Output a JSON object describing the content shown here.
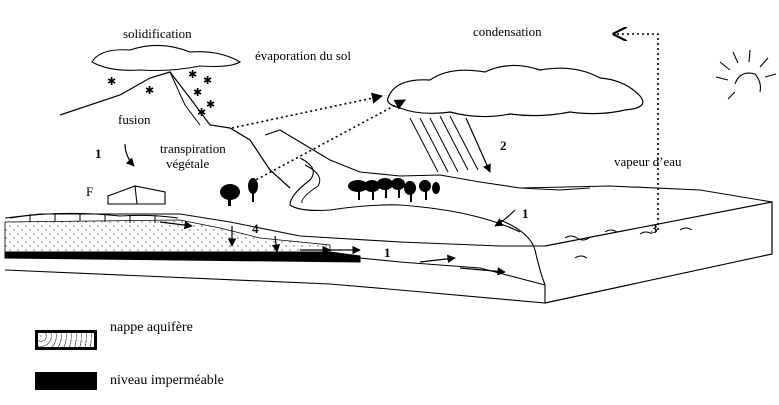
{
  "labels": {
    "solidification": "solidification",
    "evaporation_sol": "évaporation du sol",
    "condensation": "condensation",
    "fusion": "fusion",
    "transpiration_line1": "transpiration",
    "transpiration_line2": "végétale",
    "vapeur": "vapeur d’eau",
    "farm": "F",
    "num_1": "1",
    "num_2": "2",
    "num_3": "3",
    "num_4": "4"
  },
  "legend": {
    "aquifer": "nappe aquifère",
    "impermeable": "niveau imperméable"
  }
}
